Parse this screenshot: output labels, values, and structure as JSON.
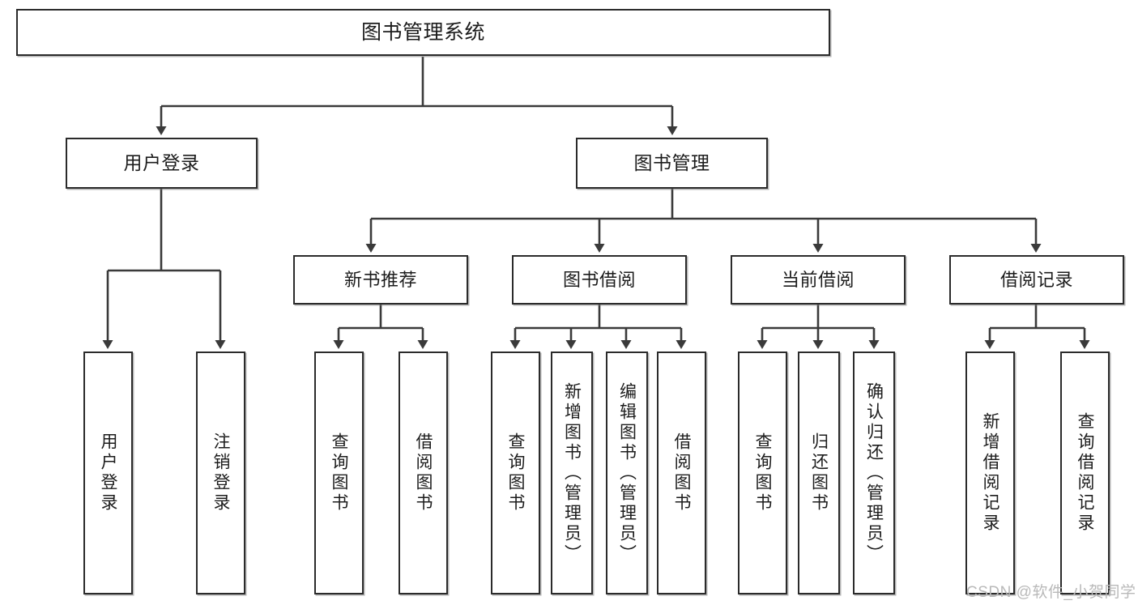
{
  "diagram": {
    "title": "图书管理系统",
    "type": "tree-hierarchy-chart",
    "root": {
      "label": "图书管理系统"
    },
    "level2": [
      {
        "label": "用户登录"
      },
      {
        "label": "图书管理"
      }
    ],
    "level3": [
      {
        "label": "新书推荐"
      },
      {
        "label": "图书借阅"
      },
      {
        "label": "当前借阅"
      },
      {
        "label": "借阅记录"
      }
    ],
    "leaves": {
      "user_login": [
        {
          "label": "用户登录"
        },
        {
          "label": "注销登录"
        }
      ],
      "new_book_recommend": [
        {
          "label": "查询图书"
        },
        {
          "label": "借阅图书"
        }
      ],
      "book_borrow": [
        {
          "label": "查询图书"
        },
        {
          "label": "新增图书（管理员）"
        },
        {
          "label": "编辑图书（管理员）"
        },
        {
          "label": "借阅图书"
        }
      ],
      "current_borrow": [
        {
          "label": "查询图书"
        },
        {
          "label": "归还图书"
        },
        {
          "label": "确认归还（管理员）"
        }
      ],
      "borrow_record": [
        {
          "label": "新增借阅记录"
        },
        {
          "label": "查询借阅记录"
        }
      ]
    }
  },
  "watermark": {
    "text": "CSDN @软件_小贺同学"
  },
  "colors": {
    "box_border": "#2b2b2b",
    "box_fill": "#ffffff",
    "edge": "#3a3a3a",
    "text": "#1c1c1c",
    "watermark": "#b9b9b9",
    "background": "#ffffff"
  }
}
